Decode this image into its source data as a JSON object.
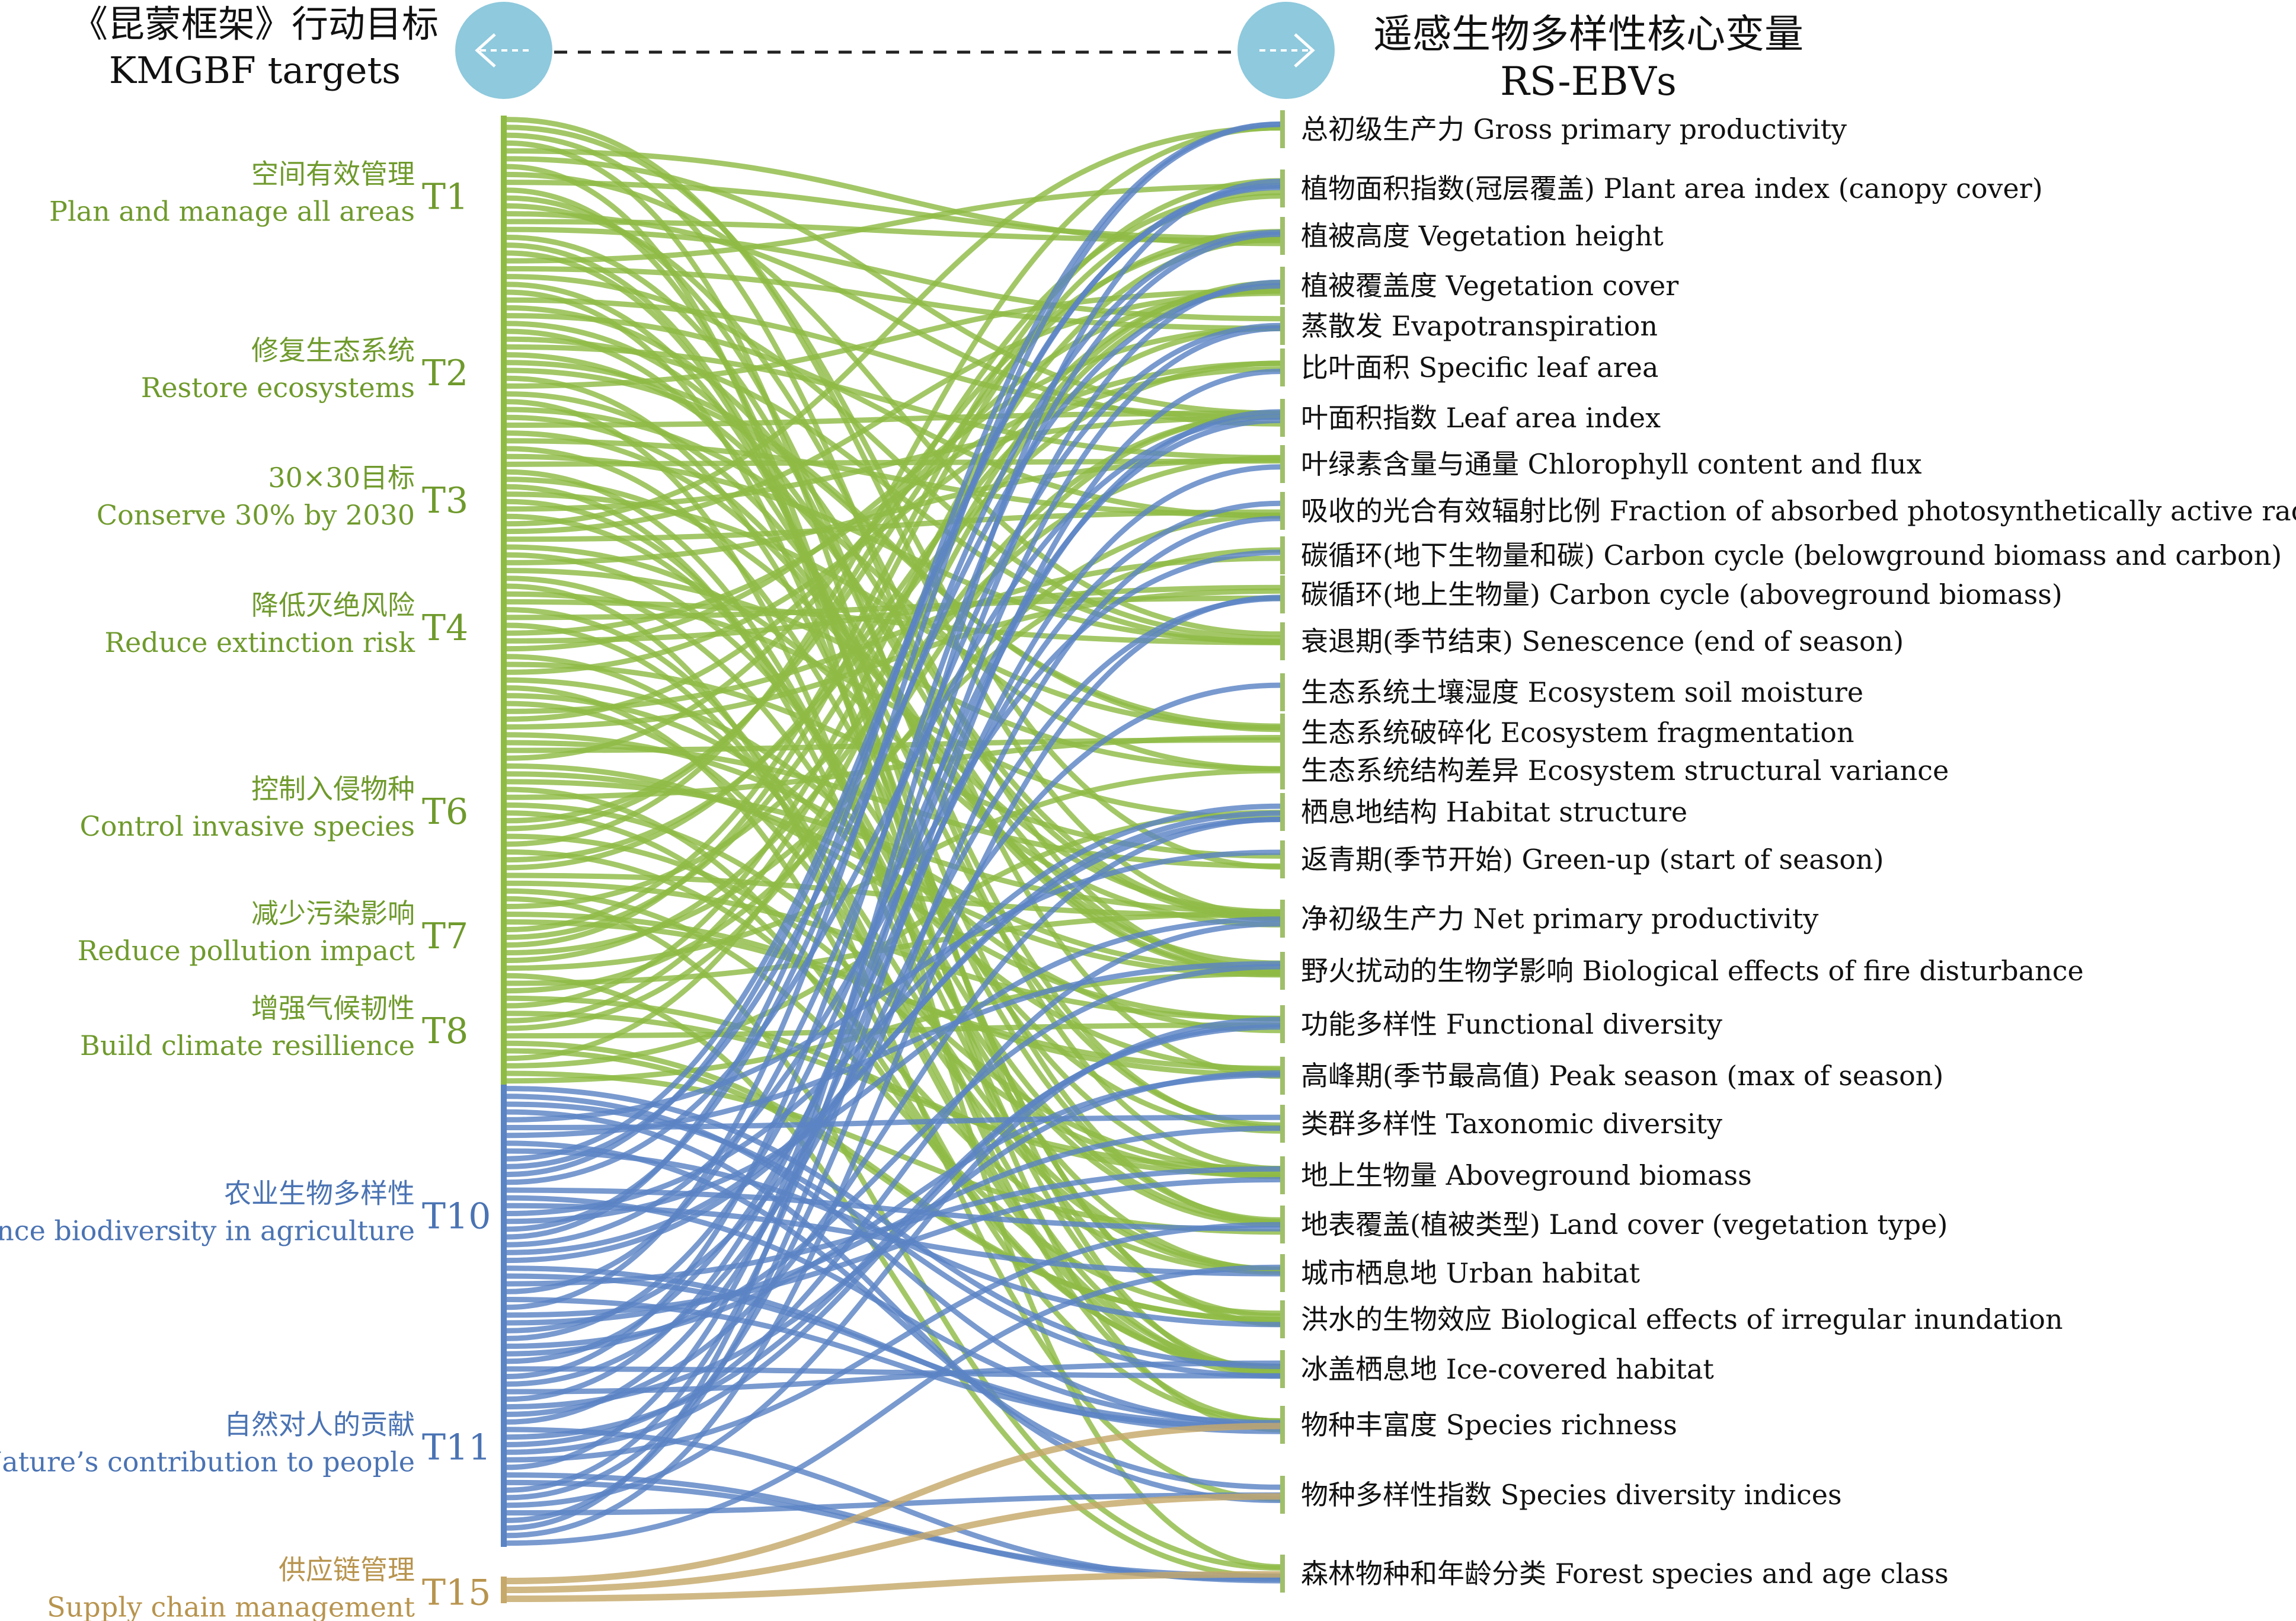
{
  "header": {
    "left_title_cn": "《昆蒙框架》行动目标",
    "left_title_en": "KMGBF targets",
    "right_title_cn": "遥感生物多样性核心变量",
    "right_title_en": "RS-EBVs",
    "left_icon": "arrow-left-icon",
    "right_icon": "arrow-right-icon"
  },
  "colors": {
    "green": "#8fbb45",
    "green_text": "#6f9a2c",
    "blue": "#5b84c4",
    "blue_text": "#4a73b3",
    "tan": "#c6a86a",
    "tan_text": "#b8944e",
    "circle": "#8ec9dd"
  },
  "targets": [
    {
      "code": "T1",
      "cn": "空间有效管理",
      "en": "Plan and manage all areas",
      "group": "green"
    },
    {
      "code": "T2",
      "cn": "修复生态系统",
      "en": "Restore ecosystems",
      "group": "green"
    },
    {
      "code": "T3",
      "cn": "30×30目标",
      "en": "Conserve 30% by 2030",
      "group": "green"
    },
    {
      "code": "T4",
      "cn": "降低灭绝风险",
      "en": "Reduce extinction risk",
      "group": "green"
    },
    {
      "code": "T6",
      "cn": "控制入侵物种",
      "en": "Control invasive species",
      "group": "green"
    },
    {
      "code": "T7",
      "cn": "减少污染影响",
      "en": "Reduce pollution impact",
      "group": "green"
    },
    {
      "code": "T8",
      "cn": "增强气候韧性",
      "en": "Build climate resillience",
      "group": "green"
    },
    {
      "code": "T10",
      "cn": "农业生物多样性",
      "en": "Enhance biodiversity in agriculture",
      "group": "blue"
    },
    {
      "code": "T11",
      "cn": "自然对人的贡献",
      "en": "Nature’s contribution to people",
      "group": "blue"
    },
    {
      "code": "T15",
      "cn": "供应链管理",
      "en": "Supply chain management",
      "group": "tan"
    }
  ],
  "variables": [
    "总初级生产力 Gross primary productivity",
    "植物面积指数(冠层覆盖) Plant area index (canopy cover)",
    "植被高度 Vegetation height",
    "植被覆盖度 Vegetation cover",
    "蒸散发 Evapotranspiration",
    "比叶面积 Specific leaf area",
    "叶面积指数 Leaf area index",
    "叶绿素含量与通量 Chlorophyll content and flux",
    "吸收的光合有效辐射比例 Fraction of absorbed photosynthetically active radiation",
    "碳循环(地下生物量和碳) Carbon cycle (belowground biomass and carbon)",
    "碳循环(地上生物量) Carbon cycle (aboveground biomass)",
    "衰退期(季节结束) Senescence (end of season)",
    "生态系统土壤湿度 Ecosystem soil moisture",
    "生态系统破碎化 Ecosystem fragmentation",
    "生态系统结构差异 Ecosystem structural variance",
    "栖息地结构 Habitat structure",
    "返青期(季节开始) Green-up (start of season)",
    "净初级生产力 Net primary productivity",
    "野火扰动的生物学影响 Biological effects of fire disturbance",
    "功能多样性 Functional diversity",
    "高峰期(季节最高值) Peak season (max of season)",
    "类群多样性 Taxonomic diversity",
    "地上生物量 Aboveground biomass",
    "地表覆盖(植被类型) Land cover (vegetation type)",
    "城市栖息地 Urban habitat",
    "洪水的生物效应 Biological effects of irregular inundation",
    "冰盖栖息地 Ice-covered habitat",
    "物种丰富度 Species richness",
    "物种多样性指数 Species diversity indices",
    "森林物种和年龄分类 Forest species and age class"
  ]
}
